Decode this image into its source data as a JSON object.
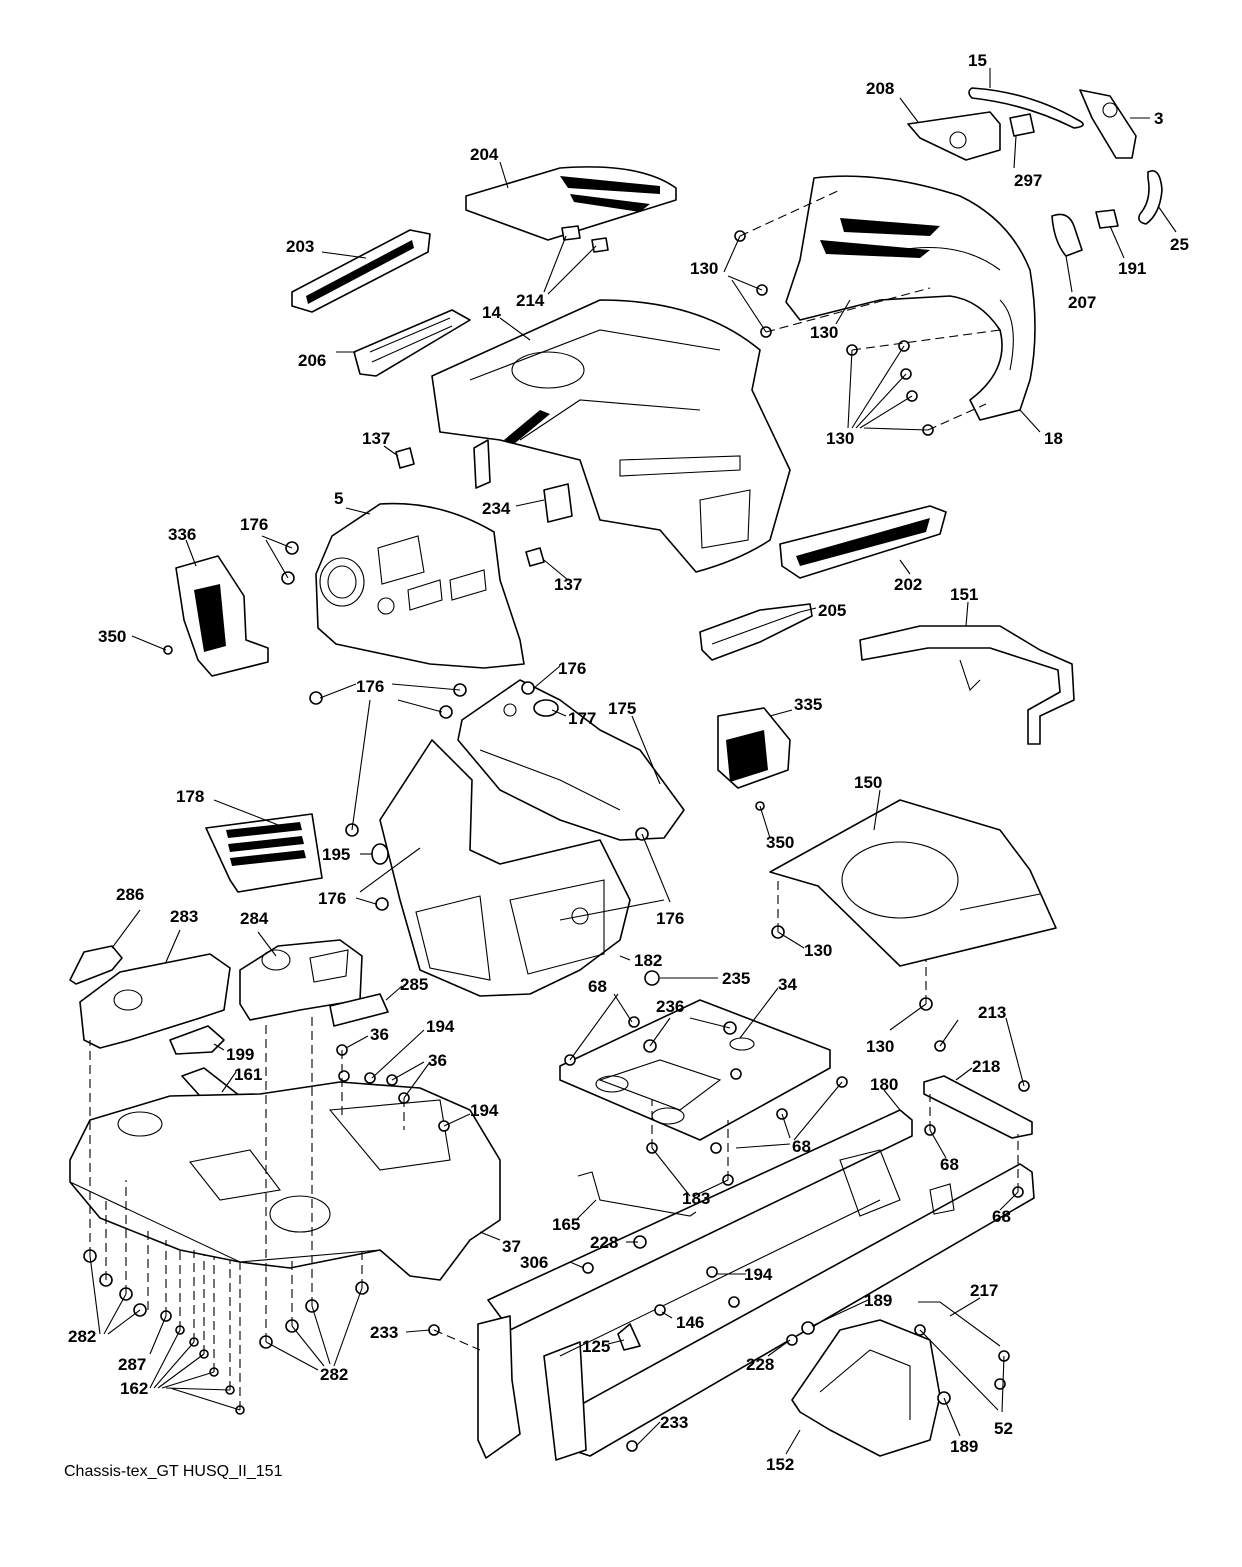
{
  "caption": "Chassis-tex_GT HUSQ_II_151",
  "labels": [
    {
      "id": "l1",
      "text": "15"
    },
    {
      "id": "l2",
      "text": "208"
    },
    {
      "id": "l3",
      "text": "3"
    },
    {
      "id": "l4",
      "text": "297"
    },
    {
      "id": "l5",
      "text": "204"
    },
    {
      "id": "l6",
      "text": "25"
    },
    {
      "id": "l7",
      "text": "203"
    },
    {
      "id": "l8",
      "text": "130"
    },
    {
      "id": "l9",
      "text": "191"
    },
    {
      "id": "l10",
      "text": "214"
    },
    {
      "id": "l11",
      "text": "207"
    },
    {
      "id": "l12",
      "text": "14"
    },
    {
      "id": "l13",
      "text": "130"
    },
    {
      "id": "l14",
      "text": "206"
    },
    {
      "id": "l15",
      "text": "137"
    },
    {
      "id": "l16",
      "text": "130"
    },
    {
      "id": "l17",
      "text": "18"
    },
    {
      "id": "l18",
      "text": "5"
    },
    {
      "id": "l19",
      "text": "234"
    },
    {
      "id": "l20",
      "text": "336"
    },
    {
      "id": "l21",
      "text": "176"
    },
    {
      "id": "l22",
      "text": "137"
    },
    {
      "id": "l23",
      "text": "202"
    },
    {
      "id": "l24",
      "text": "151"
    },
    {
      "id": "l25",
      "text": "350"
    },
    {
      "id": "l26",
      "text": "205"
    },
    {
      "id": "l27",
      "text": "176"
    },
    {
      "id": "l28",
      "text": "176"
    },
    {
      "id": "l29",
      "text": "175"
    },
    {
      "id": "l30",
      "text": "335"
    },
    {
      "id": "l31",
      "text": "177"
    },
    {
      "id": "l32",
      "text": "178"
    },
    {
      "id": "l33",
      "text": "150"
    },
    {
      "id": "l34",
      "text": "350"
    },
    {
      "id": "l35",
      "text": "195"
    },
    {
      "id": "l36",
      "text": "286"
    },
    {
      "id": "l37",
      "text": "176"
    },
    {
      "id": "l38",
      "text": "176"
    },
    {
      "id": "l39",
      "text": "283"
    },
    {
      "id": "l40",
      "text": "284"
    },
    {
      "id": "l41",
      "text": "130"
    },
    {
      "id": "l42",
      "text": "182"
    },
    {
      "id": "l43",
      "text": "68"
    },
    {
      "id": "l44",
      "text": "235"
    },
    {
      "id": "l45",
      "text": "285"
    },
    {
      "id": "l46",
      "text": "34"
    },
    {
      "id": "l47",
      "text": "236"
    },
    {
      "id": "l48",
      "text": "194"
    },
    {
      "id": "l49",
      "text": "36"
    },
    {
      "id": "l50",
      "text": "213"
    },
    {
      "id": "l51",
      "text": "130"
    },
    {
      "id": "l52",
      "text": "199"
    },
    {
      "id": "l53",
      "text": "36"
    },
    {
      "id": "l54",
      "text": "218"
    },
    {
      "id": "l55",
      "text": "161"
    },
    {
      "id": "l56",
      "text": "180"
    },
    {
      "id": "l57",
      "text": "194"
    },
    {
      "id": "l58",
      "text": "68"
    },
    {
      "id": "l59",
      "text": "68"
    },
    {
      "id": "l60",
      "text": "183"
    },
    {
      "id": "l61",
      "text": "165"
    },
    {
      "id": "l62",
      "text": "37"
    },
    {
      "id": "l63",
      "text": "68"
    },
    {
      "id": "l64",
      "text": "228"
    },
    {
      "id": "l65",
      "text": "306"
    },
    {
      "id": "l66",
      "text": "194"
    },
    {
      "id": "l67",
      "text": "189"
    },
    {
      "id": "l68",
      "text": "217"
    },
    {
      "id": "l69",
      "text": "146"
    },
    {
      "id": "l70",
      "text": "282"
    },
    {
      "id": "l71",
      "text": "233"
    },
    {
      "id": "l72",
      "text": "125"
    },
    {
      "id": "l73",
      "text": "287"
    },
    {
      "id": "l74",
      "text": "282"
    },
    {
      "id": "l75",
      "text": "228"
    },
    {
      "id": "l76",
      "text": "162"
    },
    {
      "id": "l77",
      "text": "52"
    },
    {
      "id": "l78",
      "text": "233"
    },
    {
      "id": "l79",
      "text": "189"
    },
    {
      "id": "l80",
      "text": "152"
    }
  ]
}
